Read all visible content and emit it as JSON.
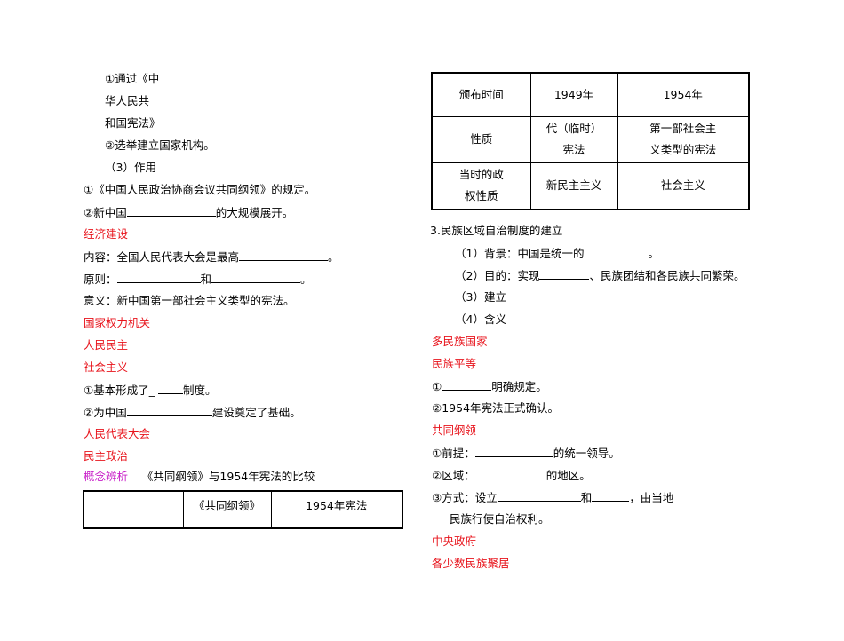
{
  "left": {
    "l1": "①通过《中",
    "l2": "华人民共",
    "l3": "和国宪法》",
    "l4": "②选举建立国家机构。",
    "l5": "（3）作用",
    "l6": "①《中国人民政治协商会议共同纲领》的规定。",
    "l7a": "②新中国",
    "l7b": "的大规模展开。",
    "h_econ": "经济建设",
    "l8a": "内容：全国人民代表大会是最高",
    "l8b": "。",
    "l9a": "原则：",
    "l9b": "和",
    "l9c": "。",
    "l10": "意义：新中国第一部社会主义类型的宪法。",
    "h_organ": "国家权力机关",
    "h_people": "人民民主",
    "h_social": "社会主义",
    "l11a": "①基本形成了_",
    "l11b": "制度。",
    "l12a": "②为中国",
    "l12b": "建设奠定了基础。",
    "h_npc": "人民代表大会",
    "h_demo": "民主政治",
    "concept_label": "概念辨析",
    "concept_title": "《共同纲领》与1954年宪法的比较",
    "table_header": [
      "",
      "《共同纲领》",
      "1954年宪法"
    ]
  },
  "right": {
    "table": {
      "rows": [
        [
          "颁布时间",
          "1949年",
          "1954年"
        ],
        [
          "性质",
          "代（临时）\n宪法",
          "第一部社会主\n义类型的宪法"
        ],
        [
          "当时的政\n权性质",
          "新民主主义",
          "社会主义"
        ]
      ]
    },
    "r1": "3.民族区域自治制度的建立",
    "r2a": "（1）背景：中国是统一的",
    "r2b": "。",
    "r3a": "（2）目的：实现",
    "r3b": "、民族团结和各民族共同繁荣。",
    "r4": "（3）建立",
    "r5": "（4）含义",
    "h_multi": "多民族国家",
    "h_equal": "民族平等",
    "r6a": "①",
    "r6b": "明确规定。",
    "r7": "②1954年宪法正式确认。",
    "h_common": "共同纲领",
    "r8a": "①前提：",
    "r8b": "的统一领导。",
    "r9a": "②区域：",
    "r9b": "的地区。",
    "r10a": "③方式：设立",
    "r10b": "和",
    "r10c": "，由当地",
    "r11": "民族行使自治权利。",
    "h_central": "中央政府",
    "h_gather": "各少数民族聚居"
  },
  "colors": {
    "heading_red": "#e8141c",
    "concept_magenta": "#c81ec8"
  }
}
